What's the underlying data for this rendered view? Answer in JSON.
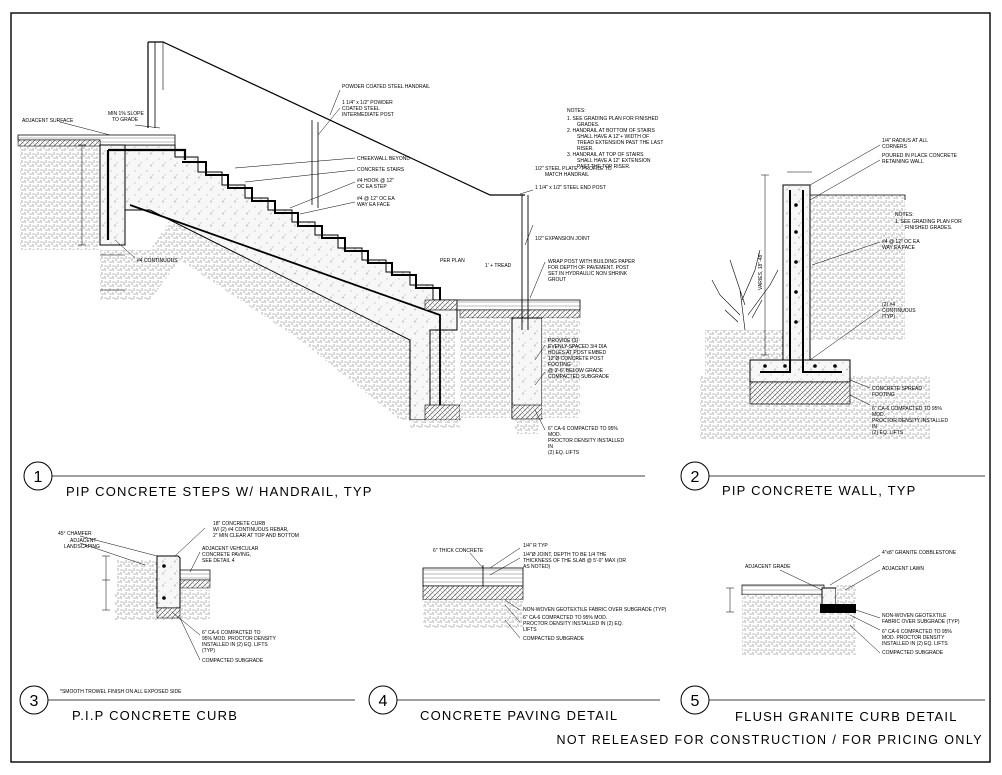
{
  "details": [
    {
      "number": "1",
      "title": "PIP CONCRETE STEPS W/ HANDRAIL, TYP"
    },
    {
      "number": "2",
      "title": "PIP CONCRETE WALL, TYP"
    },
    {
      "number": "3",
      "title": "P.I.P CONCRETE CURB"
    },
    {
      "number": "4",
      "title": "CONCRETE PAVING DETAIL"
    },
    {
      "number": "5",
      "title": "FLUSH GRANITE CURB DETAIL"
    }
  ],
  "footer_note": "NOT RELEASED FOR CONSTRUCTION / FOR PRICING ONLY",
  "d1": {
    "adjacent_surface": "ADJACENT SURFACE",
    "min_slope": "MIN 1% SLOPE",
    "to_grade": "TO GRADE",
    "handrail": "POWDER COATED STEEL HANDRAIL",
    "post_1": "1 1/4\" x 1/2\" POWDER",
    "post_2": "COATED STEEL",
    "post_3": "INTERMEDIATE POST",
    "cheekwall": "CHEEKWALL BEYOND",
    "stairs": "CONCRETE STAIRS",
    "hook_1": "#4 HOOK @ 12\"",
    "hook_2": "OC EA STEP",
    "rebar_1": "#4 @ 12\" OC EA",
    "rebar_2": "WAY EA FACE",
    "continuous": "#4 CONTINUOUS",
    "notes_title": "NOTES:",
    "note_1a": "1.  SEE GRADING PLAN FOR FINISHED",
    "note_1b": "GRADES.",
    "note_2a": "2.  HANDRAIL AT BOTTOM OF STAIRS",
    "note_2b": "SHALL HAVE A 12\"+ WIDTH OF",
    "note_2c": "TREAD EXTENSION PAST THE LAST",
    "note_2d": "RISER.",
    "note_3a": "3.  HANDRAIL AT TOP OF STAIRS",
    "note_3b": "SHALL HAVE A 12\" EXTENSION",
    "note_3c": "PAST THE TOP RISER.",
    "plate_1": "1/2\" STEEL PLATE - PROFILE TO",
    "plate_2": "MATCH HANDRAIL",
    "endpost": "1 1/4\" x 1/2\"  STEEL END POST",
    "expansion": "1/2\" EXPANSION JOINT",
    "wrap_1": "WRAP POST WITH BUILDING PAPER",
    "wrap_2": "FOR DEPTH OF PAVEMENT. POST",
    "wrap_3": "SET IN HYDRAULIC NON SHRINK",
    "wrap_4": "GROUT",
    "provide_1": "PROVIDE (3)",
    "provide_2": "EVENLY-SPACED 3/4 DIA",
    "provide_3": "HOLES AT POST EMBED",
    "provide_4": "12\"Ø CONCRETE POST",
    "provide_5": "FOOTING",
    "provide_6": "@ 3'-6\" BELOW GRADE",
    "subgrade": "COMPACTED SUBGRADE",
    "ca6_1": "6\" CA-6 COMPACTED TO 95%",
    "ca6_2": "MOD.",
    "ca6_3": "PROCTOR DENSITY INSTALLED",
    "ca6_4": "IN",
    "ca6_5": "(2) EQ. LIFTS",
    "per_plan": "PER PLAN",
    "tread": "1' + TREAD"
  },
  "d2": {
    "radius_1": "1/4\" RADIUS AT ALL",
    "radius_2": "CORNERS",
    "poured_1": "POURED IN PLACE CONCRETE",
    "poured_2": "RETAINING WALL",
    "notes_title": "NOTES:",
    "note_1a": "1.  SEE GRADING PLAN FOR",
    "note_1b": "FINISHED GRADES.",
    "rebar_1": "#4 @ 12\" OC EA",
    "rebar_2": "WAY EA FACE",
    "cont_1": "(2) #4",
    "cont_2": "CONTINUOUS",
    "cont_3": "(TYP)",
    "footing_1": "CONCRETE SPREAD",
    "footing_2": "FOOTING",
    "ca6_1": "6\" CA-6 COMPACTED TO 95%",
    "ca6_2": "MOD.",
    "ca6_3": "PROCTOR DENSITY INSTALLED",
    "ca6_4": "IN",
    "ca6_5": "(2) EQ. LIFTS",
    "height": "VARIES, 18\"-48\""
  },
  "d3": {
    "chamfer": "45° CHAMFER",
    "landscape_1": "ADJACENT",
    "landscape_2": "LANDSCAPING",
    "curb_1": "18\" CONCRETE CURB",
    "curb_2": "W/ (2) #4 CONTINUOUS REBAR,",
    "curb_3": "2\" MIN CLEAR AT TOP AND BOTTOM",
    "vehicular_1": "ADJACENT VEHICULAR",
    "vehicular_2": "CONCRETE PAVING,",
    "vehicular_3": "SEE DETAIL 4",
    "ca6_1": "6\" CA-6 COMPACTED TO",
    "ca6_2": "95% MOD. PROCTOR DENSITY",
    "ca6_3": "INSTALLED IN (2) EQ. LIFTS",
    "ca6_4": "(TYP)",
    "subgrade": "COMPACTED SUBGRADE",
    "trowel": "*SMOOTH TROWEL FINISH ON ALL EXPOSED SIDE"
  },
  "d4": {
    "thick": "6\" THICK CONCRETE",
    "r_typ": "1/4\" R TYP",
    "joint_1": "1/4\"Ø JOINT, DEPTH TO BE 1/4 THE",
    "joint_2": "THICKNESS OF THE SLAB @ 5'-0\" MAX (OR",
    "joint_3": "AS NOTED)",
    "fabric": "NON-WOVEN GEOTEXTILE FABRIC OVER SUBGRADE (TYP)",
    "ca6_1": "6\" CA-6 COMPACTED TO 95% MOD.",
    "ca6_2": "PROCTOR DENSITY INSTALLED IN (2) EQ.",
    "ca6_3": "LIFTS",
    "subgrade": "COMPACTED SUBGRADE"
  },
  "d5": {
    "cobble": "4\"x8\" GRANITE COBBLESTONE",
    "lawn": "ADJACENT LAWN",
    "grade": "ADJACENT GRADE",
    "fabric_1": "NON-WOVEN GEOTEXTILE",
    "fabric_2": "FABRIC OVER SUBGRADE (TYP)",
    "ca6_1": "6\" CA-6 COMPACTED TO 95%",
    "ca6_2": "MOD. PROCTOR DENSITY",
    "ca6_3": "INSTALLED IN (2) EQ. LIFTS",
    "subgrade": "COMPACTED SUBGRADE"
  },
  "colors": {
    "line": "#000000",
    "hatch": "#6e6e6e",
    "background": "#ffffff"
  }
}
